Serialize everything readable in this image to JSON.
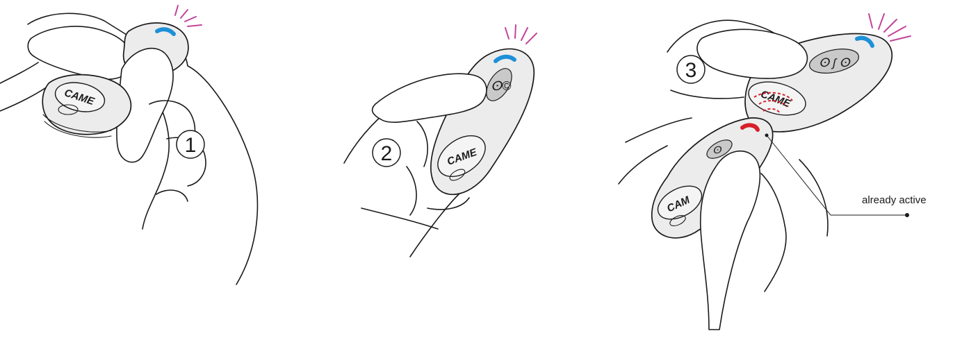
{
  "steps": [
    {
      "number": "1"
    },
    {
      "number": "2"
    },
    {
      "number": "3"
    }
  ],
  "remote_brand": "CAME",
  "remote_brand_partial": "CAM",
  "callout": {
    "label": "already active"
  },
  "colors": {
    "ink": "#1a1a1a",
    "button_blue": "#1e90d8",
    "button_red": "#d6202a",
    "signal_magenta": "#c2439a",
    "signal_red": "#d6202a"
  }
}
